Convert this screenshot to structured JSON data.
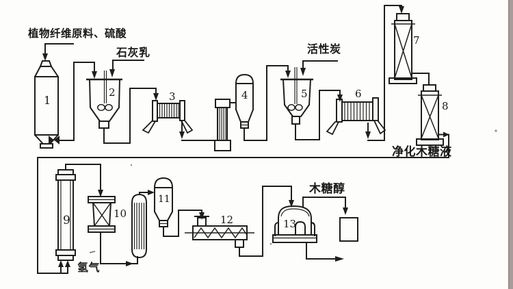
{
  "figure": {
    "kind": "scanned process flow diagram",
    "subject": "xylitol production line",
    "ink_color": "#1f1e1c",
    "paper_color": "#fdfdfb",
    "scan_edge_color": "#a89b99"
  },
  "labels": {
    "feed": "植物纤维原料、硫酸",
    "lime": "石灰乳",
    "activated_carbon": "活性炭",
    "purified_xylose": "净化木糖液",
    "hydrogen": "氢气",
    "xylitol": "木糖醇"
  },
  "equipment": [
    "1",
    "2",
    "3",
    "4",
    "5",
    "6",
    "7",
    "8",
    "9",
    "10",
    "11",
    "12",
    "13"
  ]
}
